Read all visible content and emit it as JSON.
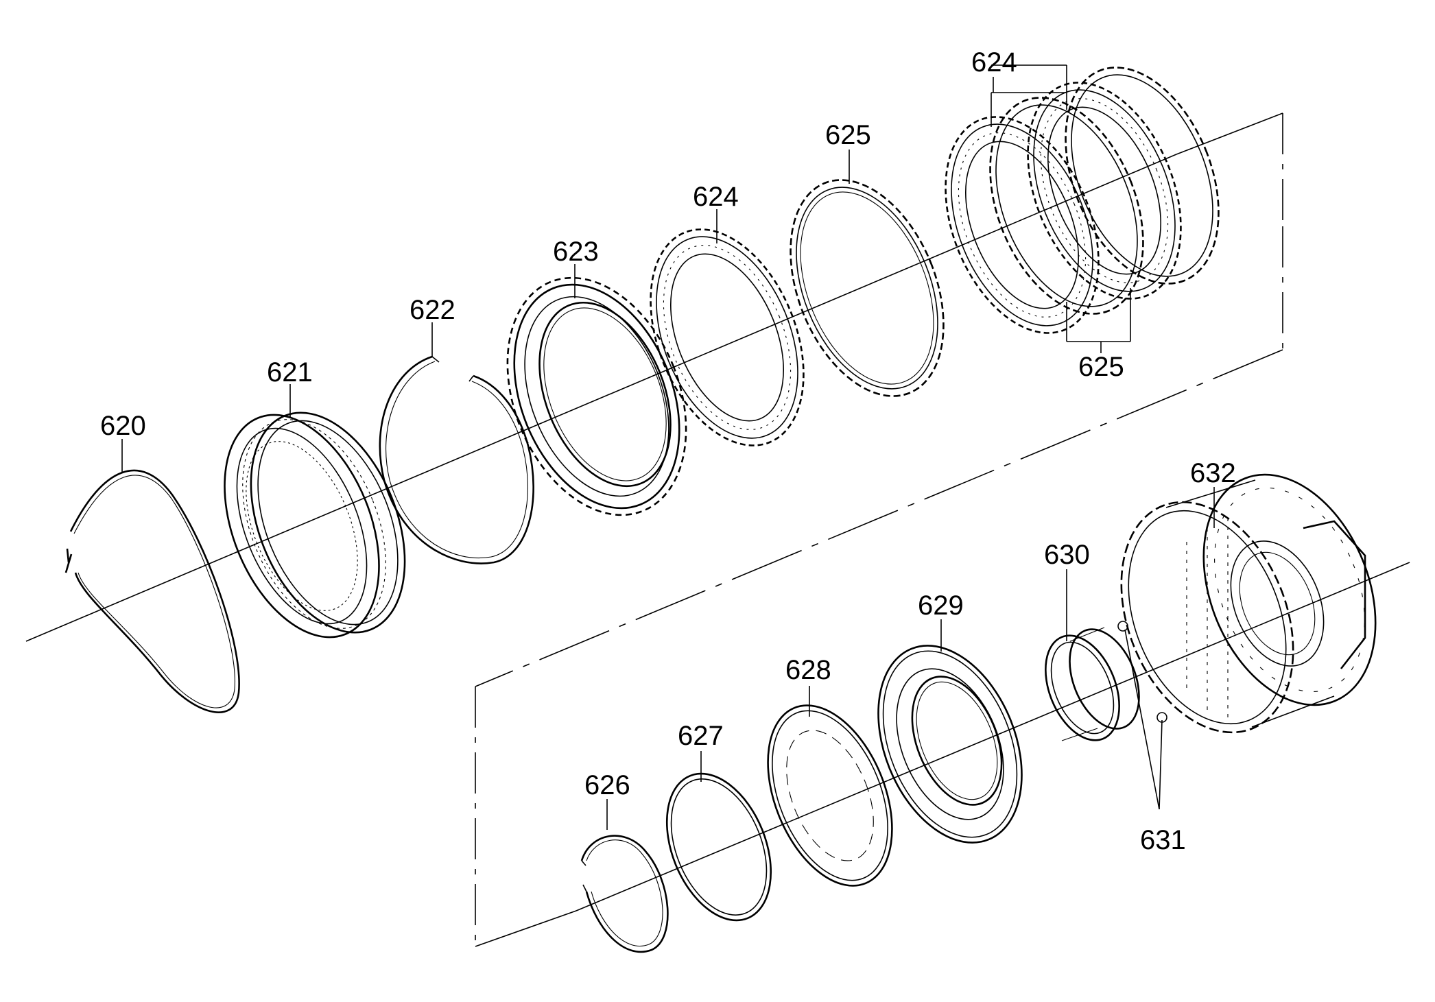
{
  "diagram": {
    "part_labels": {
      "p620": "620",
      "p621": "621",
      "p622": "622",
      "p623": "623",
      "p624a": "624",
      "p624b": "624",
      "p625a": "625",
      "p625b": "625",
      "p626": "626",
      "p627": "627",
      "p628": "628",
      "p629": "629",
      "p630": "630",
      "p631": "631",
      "p632": "632"
    }
  }
}
